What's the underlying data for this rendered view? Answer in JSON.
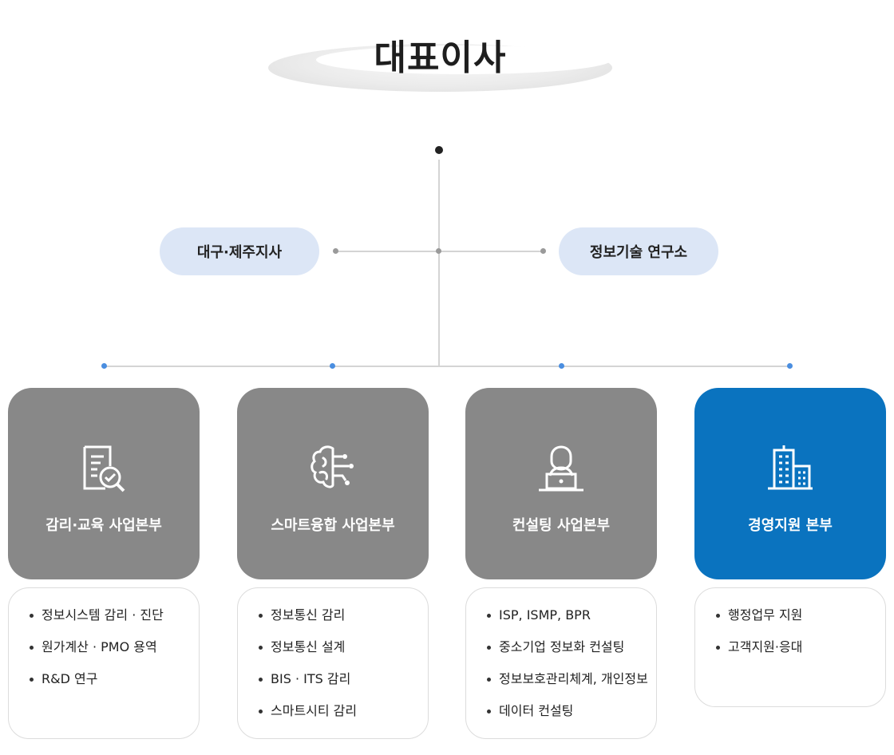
{
  "ceo": {
    "title": "대표이사"
  },
  "branches": {
    "left": "대구·제주지사",
    "right": "정보기술 연구소"
  },
  "divisions": [
    {
      "name": "감리·교육 사업본부",
      "icon": "document-search-check-icon",
      "items": [
        "정보시스템 감리 · 진단",
        "원가계산 · PMO 용역",
        "R&D 연구"
      ]
    },
    {
      "name": "스마트융합 사업본부",
      "icon": "brain-circuit-icon",
      "items": [
        "정보통신 감리",
        "정보통신 설계",
        "BIS · ITS 감리",
        "스마트시티 감리"
      ]
    },
    {
      "name": "컨설팅 사업본부",
      "icon": "person-laptop-icon",
      "items": [
        "ISP, ISMP, BPR",
        "중소기업 정보화 컨설팅",
        "정보보호관리체계, 개인정보",
        "데이터 컨설팅"
      ]
    },
    {
      "name": "경영지원 본부",
      "icon": "building-icon",
      "items": [
        "행정업무 지원",
        "고객지원·응대"
      ]
    }
  ],
  "colors": {
    "card_gray": "#888888",
    "card_blue": "#0a73bf",
    "pill_bg": "#dce6f6",
    "connector": "#d4d4d4",
    "dot_blue": "#4a8ee0"
  }
}
